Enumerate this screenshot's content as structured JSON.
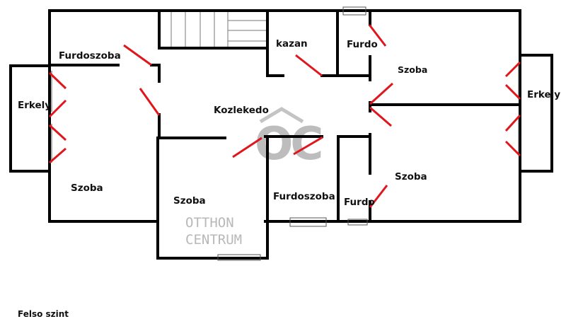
{
  "plan": {
    "rooms": {
      "furdoszoba_top": "Furdoszoba",
      "erkely_left": "Erkely",
      "szoba_left": "Szoba",
      "szoba_center": "Szoba",
      "kozlekedo": "Kozlekedo",
      "kazan": "kazan",
      "furdo_top": "Furdo",
      "szoba_right_top": "Szoba",
      "erkely_right": "Erkely",
      "szoba_right_bottom": "Szoba",
      "furdoszoba_bottom": "Furdoszoba",
      "furdo_bottom": "Furdo"
    },
    "floor_label": "Felso szint"
  },
  "watermark": {
    "line1": "OTTHON",
    "line2": "CENTRUM",
    "mark": "OC"
  },
  "colors": {
    "wall": "#000000",
    "door": "#e0161c",
    "watermark": "#b8b8b8"
  }
}
